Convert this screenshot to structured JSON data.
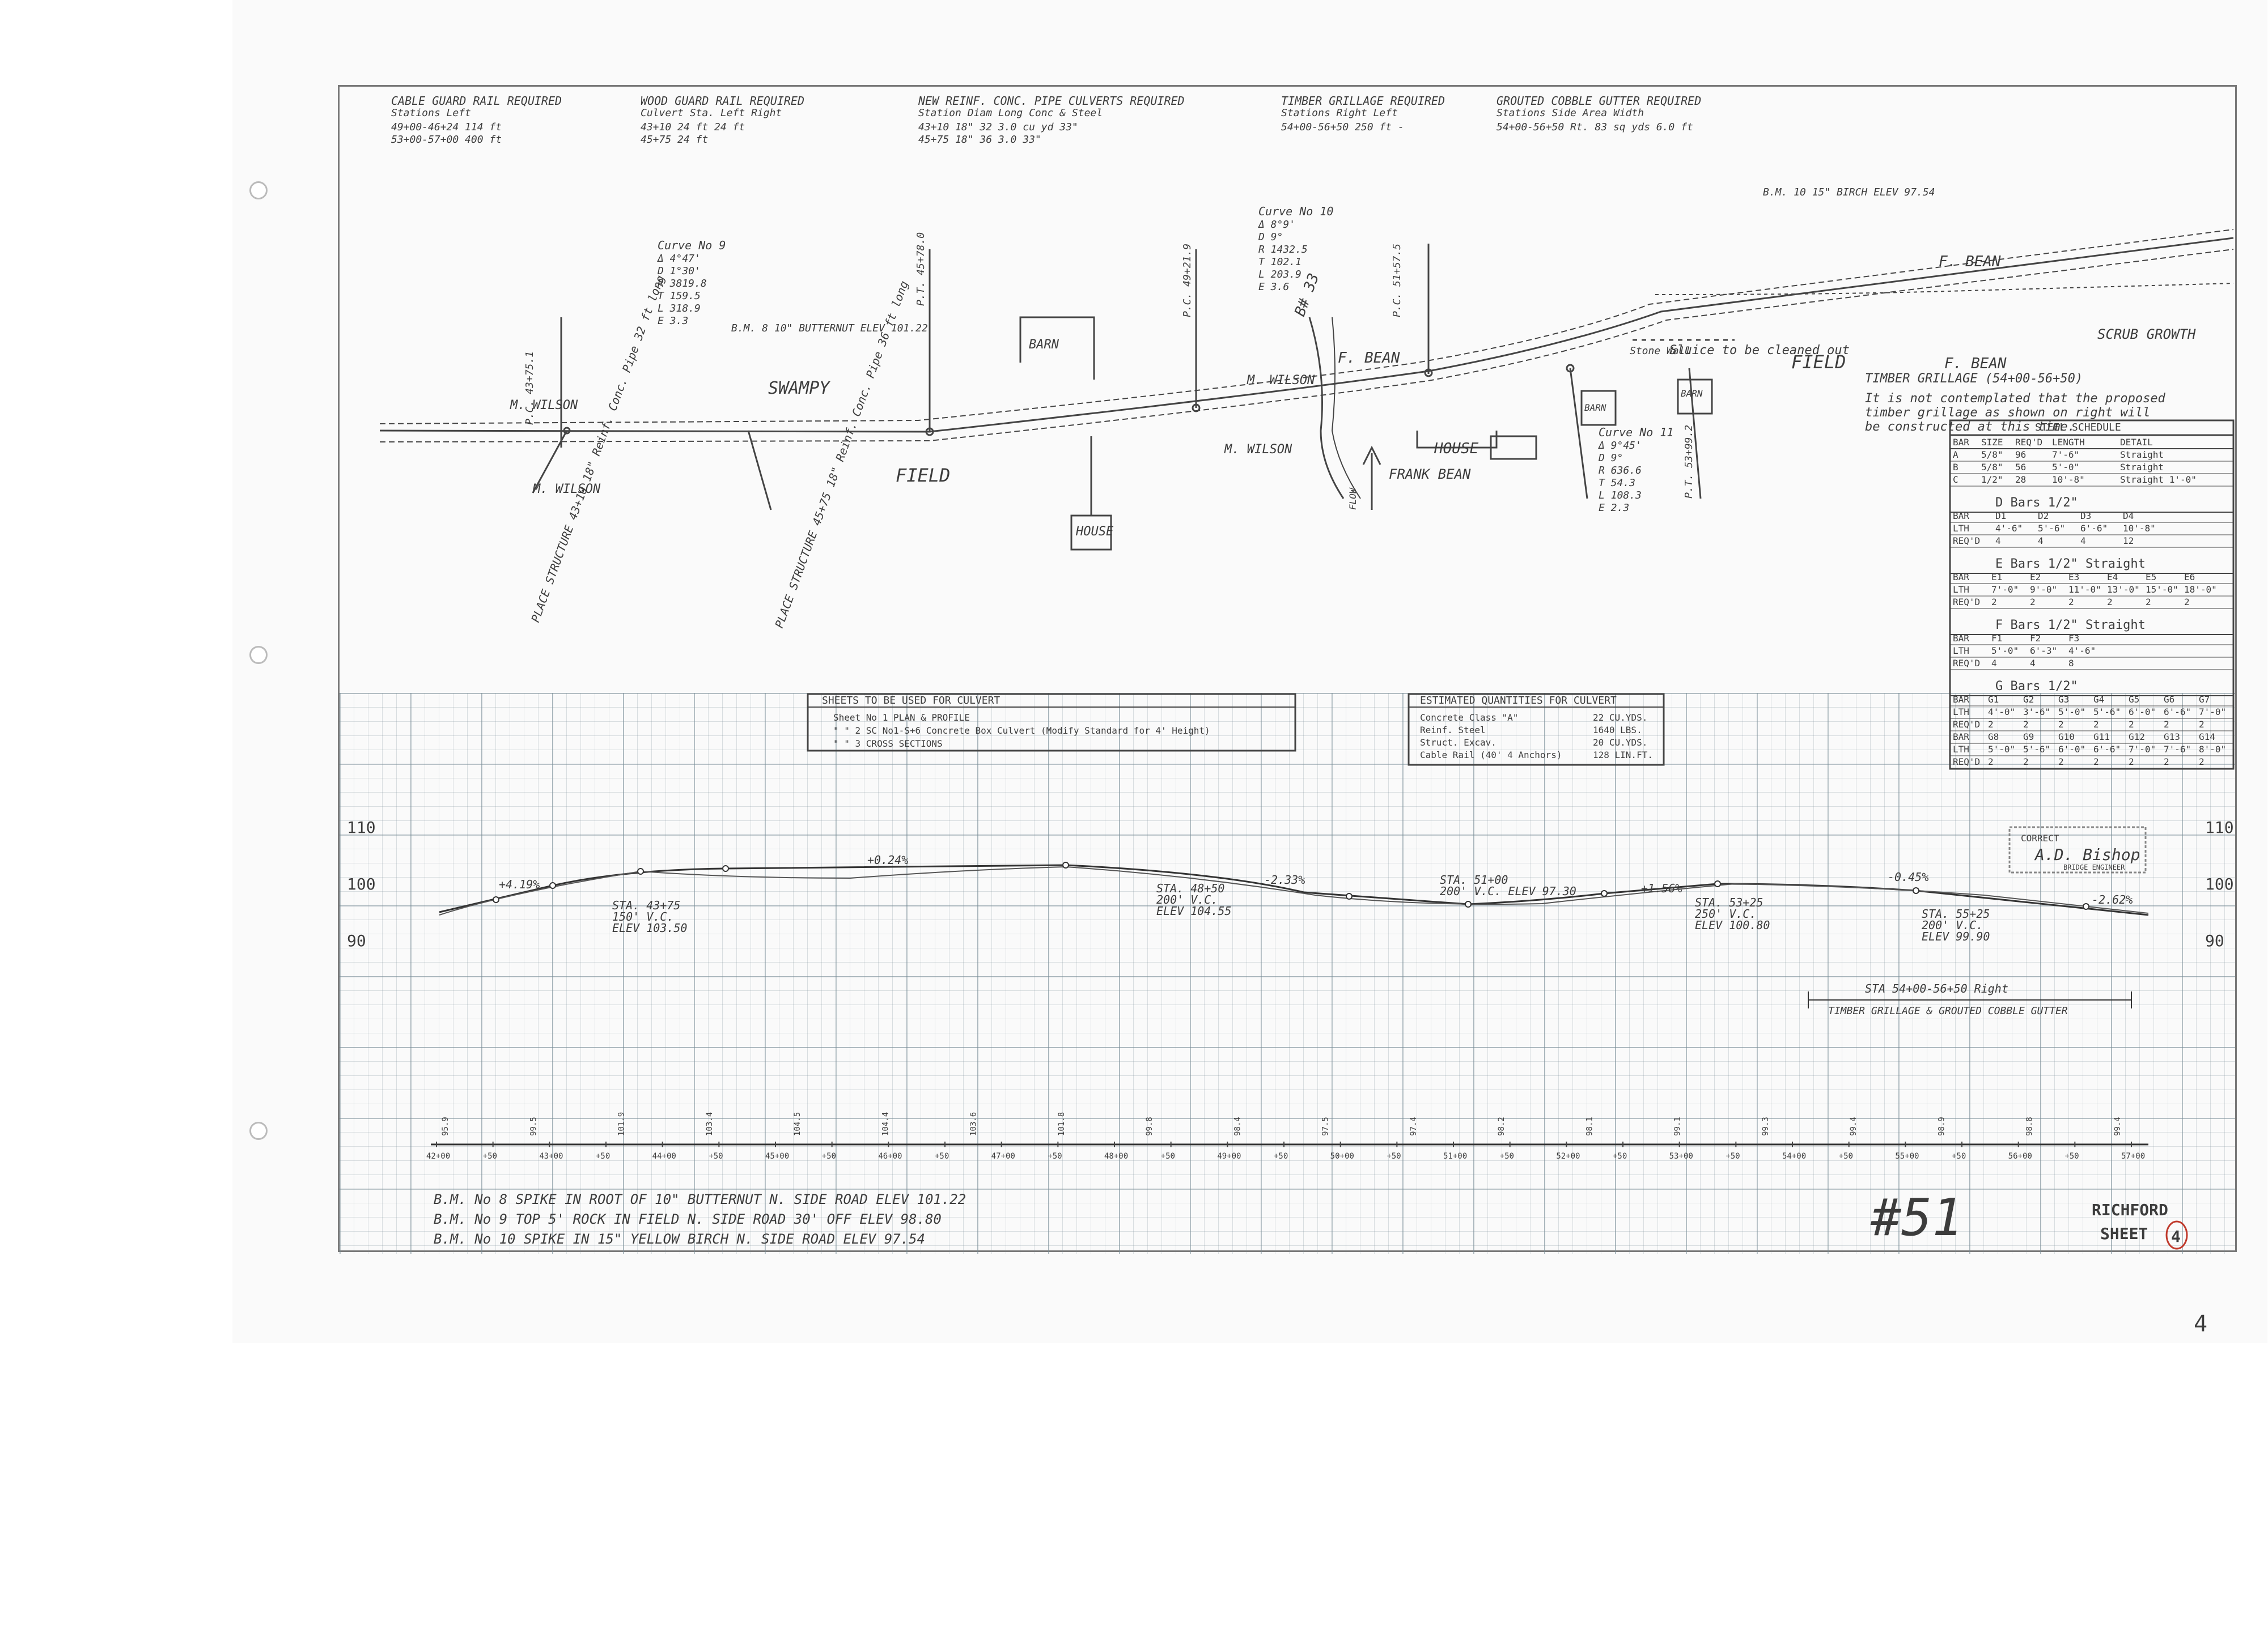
{
  "requirements": [
    {
      "title": "CABLE GUARD RAIL REQUIRED",
      "cols": "Stations          Left",
      "rows": [
        "49+00-46+24    114 ft",
        "53+00-57+00    400 ft"
      ]
    },
    {
      "title": "WOOD GUARD RAIL REQUIRED",
      "cols": "Culvert Sta.   Left  Right",
      "rows": [
        "43+10        24 ft  24 ft",
        "45+75               24 ft"
      ]
    },
    {
      "title": "NEW REINF. CONC. PIPE CULVERTS REQUIRED",
      "cols": "Station  Diam  Long  Conc & Steel",
      "rows": [
        "43+10    18\"   32   3.0 cu yd  33\"",
        "45+75    18\"   36   3.0        33\""
      ]
    },
    {
      "title": "TIMBER GRILLAGE REQUIRED",
      "cols": "Stations    Right  Left",
      "rows": [
        "54+00-56+50  250 ft   -"
      ]
    },
    {
      "title": "GROUTED COBBLE GUTTER REQUIRED",
      "cols": "Stations  Side  Area  Width",
      "rows": [
        "54+00-56+50  Rt.  83 sq yds  6.0 ft"
      ]
    }
  ],
  "curves": [
    {
      "name": "Curve No 9",
      "params": [
        "Δ 4°47'",
        "D 1°30'",
        "R 3819.8",
        "T 159.5",
        "L 318.9",
        "E 3.3"
      ]
    },
    {
      "name": "Curve No 10",
      "params": [
        "Δ 8°9'",
        "D 9°",
        "R 1432.5",
        "T 102.1",
        "L 203.9",
        "E 3.6"
      ]
    },
    {
      "name": "Curve No 11",
      "params": [
        "Δ 9°45'",
        "D 9°",
        "R 636.6",
        "T 54.3",
        "L 108.3",
        "E 2.3"
      ]
    }
  ],
  "plan_labels": {
    "owner_wilson": "M. WILSON",
    "owner_bean": "F. BEAN",
    "frank_bean": "FRANK BEAN",
    "swampy": "SWAMPY",
    "field": "FIELD",
    "barn": "BARN",
    "house": "HOUSE",
    "scrub": "SCRUB GROWTH",
    "culvert1": "PLACE STRUCTURE 43+10 18\" Reinf. Conc. Pipe 32 ft long",
    "culvert2": "PLACE STRUCTURE 45+75 18\" Reinf. Conc. Pipe 36 ft long",
    "bm8": "B.M. 8 10\" BUTTERNUT ELEV 101.22",
    "bm10": "B.M. 10 15\" BIRCH ELEV 97.54",
    "pc1": "P.C. 43+75.1",
    "pt1": "P.T. 45+78.0",
    "pc2": "P.C. 49+21.9",
    "pc3": "P.C. 51+57.5",
    "pt3": "P.T. 53+99.2",
    "sluice": "Sluice to be cleaned out",
    "stone": "Stone Wall",
    "bh": "B# 33",
    "flow": "FLOW"
  },
  "grillage_note": {
    "title": "TIMBER GRILLAGE (54+00-56+50)",
    "text": [
      "It is not contemplated that the proposed",
      "timber grillage as shown on right will",
      "be constructed at this time."
    ]
  },
  "steel_schedule": {
    "title": "STEEL SCHEDULE",
    "headers": [
      "BAR",
      "SIZE",
      "REQ'D",
      "LENGTH",
      "DETAIL"
    ],
    "rows": [
      [
        "A",
        "5/8\"",
        "96",
        "7'-6\"",
        "Straight"
      ],
      [
        "B",
        "5/8\"",
        "56",
        "5'-0\"",
        "Straight"
      ],
      [
        "C",
        "1/2\"",
        "28",
        "10'-8\"",
        "Straight 1'-0\""
      ]
    ],
    "d_title": "D Bars 1/2\"",
    "d_rows": [
      [
        "BAR",
        "D1",
        "D2",
        "D3",
        "D4"
      ],
      [
        "LTH",
        "4'-6\"",
        "5'-6\"",
        "6'-6\"",
        "10'-8\""
      ],
      [
        "REQ'D",
        "4",
        "4",
        "4",
        "12"
      ]
    ],
    "e_title": "E Bars 1/2\"   Straight",
    "e_rows": [
      [
        "BAR",
        "E1",
        "E2",
        "E3",
        "E4",
        "E5",
        "E6"
      ],
      [
        "LTH",
        "7'-0\"",
        "9'-0\"",
        "11'-0\"",
        "13'-0\"",
        "15'-0\"",
        "18'-0\""
      ],
      [
        "REQ'D",
        "2",
        "2",
        "2",
        "2",
        "2",
        "2"
      ]
    ],
    "f_title": "F Bars 1/2\"   Straight",
    "f_rows": [
      [
        "BAR",
        "F1",
        "F2",
        "F3"
      ],
      [
        "LTH",
        "5'-0\"",
        "6'-3\"",
        "4'-6\""
      ],
      [
        "REQ'D",
        "4",
        "4",
        "8"
      ]
    ],
    "g_title": "G Bars 1/2\"",
    "g_rows": [
      [
        "BAR",
        "G1",
        "G2",
        "G3",
        "G4",
        "G5",
        "G6",
        "G7"
      ],
      [
        "LTH",
        "4'-0\"",
        "3'-6\"",
        "5'-0\"",
        "5'-6\"",
        "6'-0\"",
        "6'-6\"",
        "7'-0\""
      ],
      [
        "REQ'D",
        "2",
        "2",
        "2",
        "2",
        "2",
        "2",
        "2"
      ],
      [
        "BAR",
        "G8",
        "G9",
        "G10",
        "G11",
        "G12",
        "G13",
        "G14"
      ],
      [
        "LTH",
        "5'-0\"",
        "5'-6\"",
        "6'-0\"",
        "6'-6\"",
        "7'-0\"",
        "7'-6\"",
        "8'-0\""
      ],
      [
        "REQ'D",
        "2",
        "2",
        "2",
        "2",
        "2",
        "2",
        "2"
      ]
    ]
  },
  "sheets_box": {
    "title": "SHEETS TO BE USED FOR CULVERT",
    "rows": [
      "Sheet No 1   PLAN & PROFILE",
      "  \"   \" 2   SC No1-S+6 Concrete Box Culvert (Modify Standard for 4' Height)",
      "  \"   \" 3   CROSS SECTIONS"
    ]
  },
  "quantities_box": {
    "title": "ESTIMATED QUANTITIES FOR CULVERT",
    "rows": [
      [
        "Concrete Class \"A\"",
        "22 CU.YDS."
      ],
      [
        "Reinf. Steel",
        "1640 LBS."
      ],
      [
        "Struct. Excav.",
        "20 CU.YDS."
      ],
      [
        "Cable Rail (40' 4 Anchors)",
        "128 LIN.FT."
      ]
    ]
  },
  "stamp": {
    "title": "CORRECT",
    "signature": "A.D. Bishop",
    "sub": "BRIDGE ENGINEER"
  },
  "profile": {
    "elev_ticks": [
      "110",
      "100",
      "90"
    ],
    "grades": [
      "+4.19%",
      "+0.24%",
      "-2.33%",
      "+1.56%",
      "-0.45%",
      "-2.62%"
    ],
    "vc_notes": [
      [
        "STA. 43+75",
        "150' V.C.",
        "ELEV 103.50"
      ],
      [
        "STA. 48+50",
        "200' V.C.",
        "ELEV 104.55"
      ],
      [
        "STA. 51+00",
        "200' V.C. ELEV 97.30"
      ],
      [
        "STA. 53+25",
        "250' V.C.",
        "ELEV 100.80"
      ],
      [
        "STA. 55+25",
        "200' V.C.",
        "ELEV 99.90"
      ]
    ],
    "range_label": "STA 54+00-56+50 Right",
    "range_sub": "TIMBER GRILLAGE & GROUTED COBBLE GUTTER",
    "stations": [
      "42+00",
      "+50",
      "43+00",
      "+50",
      "44+00",
      "+50",
      "45+00",
      "+50",
      "46+00",
      "+50",
      "47+00",
      "+50",
      "48+00",
      "+50",
      "49+00",
      "+50",
      "50+00",
      "+50",
      "51+00",
      "+50",
      "52+00",
      "+50",
      "53+00",
      "+50",
      "54+00",
      "+50",
      "55+00",
      "+50",
      "56+00",
      "+50",
      "57+00"
    ],
    "elevations": [
      "95.9",
      "99.5",
      "101.9",
      "103.4",
      "104.5",
      "104.4",
      "103.6",
      "101.8",
      "99.8",
      "98.4",
      "97.5",
      "97.4",
      "98.2",
      "98.1",
      "99.1",
      "99.3",
      "99.4",
      "98.9",
      "98.8",
      "99.4"
    ]
  },
  "benchmarks": [
    "B.M. No 8   SPIKE IN ROOT OF 10\" BUTTERNUT  N. SIDE ROAD      ELEV  101.22",
    "B.M. No 9   TOP 5' ROCK IN FIELD  N. SIDE ROAD 30' OFF         ELEV   98.80",
    "B.M. No 10  SPIKE IN 15\" YELLOW BIRCH  N. SIDE ROAD            ELEV   97.54"
  ],
  "title_block": {
    "town": "RICHFORD",
    "sheet_label": "SHEET",
    "sheet_no": "4"
  },
  "pencil_mark": "#51",
  "corner_mark": "4"
}
